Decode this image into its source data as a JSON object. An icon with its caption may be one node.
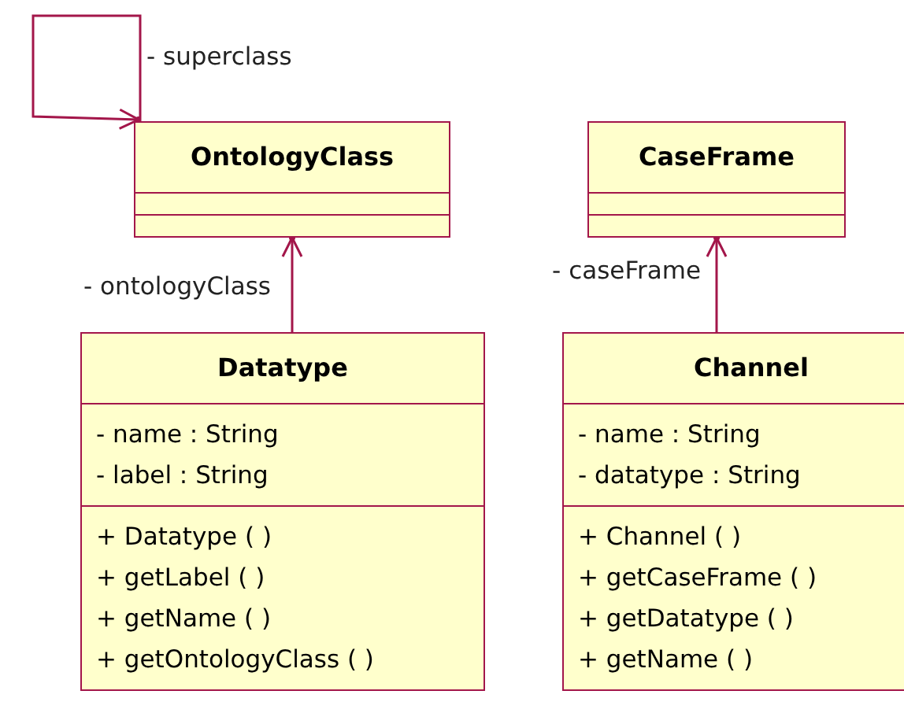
{
  "diagram": {
    "nodes": [
      {
        "text": [
          "OntologyClass"
        ]
      },
      {
        "text": [
          "CaseFrame"
        ]
      },
      {
        "text": [
          "Datatype",
          "- name : String",
          "- label : String",
          "+ Datatype ( )",
          "+ getLabel ( )",
          "+ getName ( )",
          "+ getOntologyClass ( )"
        ]
      },
      {
        "text": [
          "Channel",
          "- name : String",
          "- datatype : String",
          "+ Channel ( )",
          "+ getCaseFrame ( )",
          "+ getDatatype ( )",
          "+ getName ( )"
        ]
      }
    ],
    "edges": [
      {
        "from": 0,
        "to": 0,
        "arrow": "to",
        "label": "- superclass"
      },
      {
        "from": 2,
        "to": 0,
        "arrow": "to",
        "label": "- ontologyClass"
      },
      {
        "from": 3,
        "to": 1,
        "arrow": "to",
        "label": "- caseFrame"
      }
    ]
  }
}
